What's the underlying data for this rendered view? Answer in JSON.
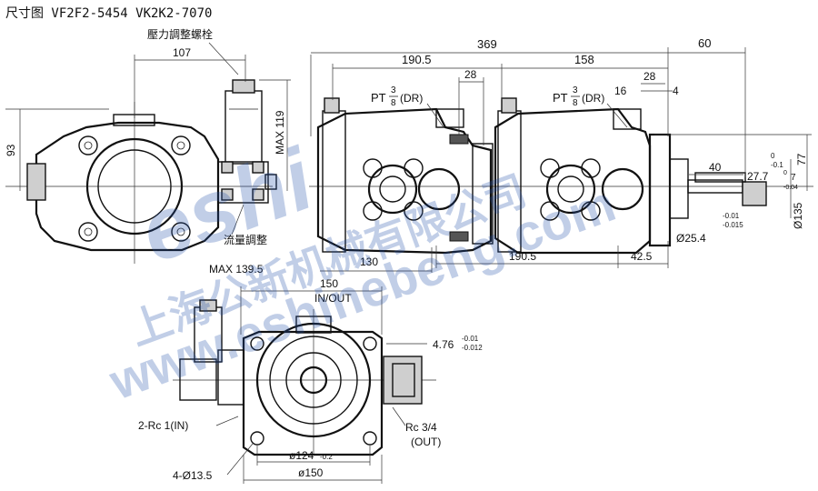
{
  "title": "尺寸图 VF2F2-5454 VK2K2-7070",
  "side_view": {
    "pressure_screw_label": "壓力調整螺栓",
    "flow_adjust_label": "流量調整",
    "dim_107": "107",
    "dim_93": "93",
    "dim_max119": "MAX 119"
  },
  "front_view": {
    "dim_369": "369",
    "dim_60": "60",
    "dim_190_5_top": "190.5",
    "dim_158": "158",
    "dim_28_a": "28",
    "dim_28_b": "28",
    "dim_16": "16",
    "dim_4": "4",
    "pt_label_a": "PT",
    "pt_label_b": "PT",
    "frac_num": "3",
    "frac_den": "8",
    "dr_label": "(DR)",
    "dim_40": "40",
    "dim_27_7": "27.7",
    "dim_27_7_tol_top": "0",
    "dim_27_7_tol_bottom": "-0.1",
    "dim_7": "7",
    "dim_7_tol_top": "0",
    "dim_7_tol_bottom": "-0.04",
    "dim_77": "77",
    "dim_135": "Ø135",
    "dim_135_tol_top": "-0.01",
    "dim_135_tol_bottom": "-0.015",
    "dim_25_4": "Ø25.4",
    "dim_130": "130",
    "dim_190_5_bottom": "190.5",
    "dim_42_5": "42.5",
    "dim_max139_5": "MAX 139.5"
  },
  "end_view": {
    "dim_150_top": "150",
    "in_out": "IN/OUT",
    "dim_4_76": "4.76",
    "dim_4_76_tol_top": "-0.01",
    "dim_4_76_tol_bottom": "-0.012",
    "rc_in": "2-Rc 1(IN)",
    "rc_out": "Rc 3/4",
    "out_label": "(OUT)",
    "dim_124": "ø124",
    "dim_124_tol": "-0.2",
    "dim_4_13_5": "4-Ø13.5",
    "dim_150_bottom": "ø150"
  },
  "watermark": {
    "brand_letters": "eshi",
    "company_cn": "上海公新机械有限公司",
    "url": "www.eshinebeng.com"
  }
}
